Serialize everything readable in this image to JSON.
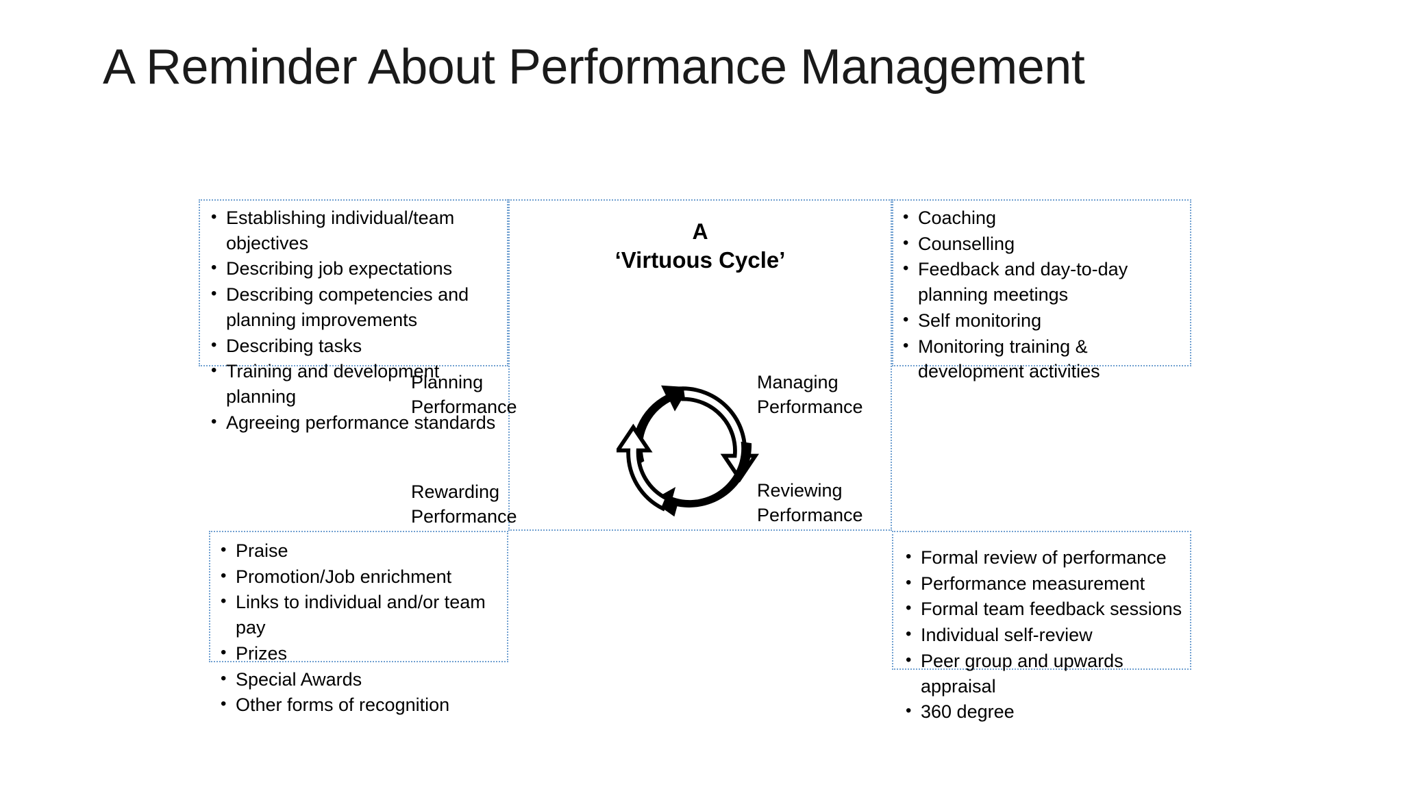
{
  "slide": {
    "title": "A Reminder About Performance Management",
    "border_color": "#6f9fd0",
    "background": "#ffffff",
    "text_color": "#000000"
  },
  "center": {
    "heading_line1": "A",
    "heading_line2": "‘Virtuous Cycle’"
  },
  "cycle": {
    "type": "clockwise-four-stage",
    "stages": [
      {
        "id": "planning",
        "label_line1": "Planning",
        "label_line2": "Performance",
        "arrow_fill": "filled",
        "position": "top-left"
      },
      {
        "id": "managing",
        "label_line1": "Managing",
        "label_line2": "Performance",
        "arrow_fill": "outline",
        "position": "top-right"
      },
      {
        "id": "reviewing",
        "label_line1": "Reviewing",
        "label_line2": "Performance",
        "arrow_fill": "filled",
        "position": "bottom-right"
      },
      {
        "id": "rewarding",
        "label_line1": "Rewarding",
        "label_line2": "Performance",
        "arrow_fill": "outline",
        "position": "bottom-left"
      }
    ]
  },
  "quadrants": {
    "planning": {
      "items": [
        "Establishing individual/team objectives",
        "Describing job expectations",
        "Describing competencies and planning improvements",
        "Describing tasks",
        "Training and development planning",
        "Agreeing performance standards"
      ]
    },
    "managing": {
      "items": [
        "Coaching",
        "Counselling",
        "Feedback and day-to-day planning meetings",
        "Self monitoring",
        "Monitoring training & development activities"
      ]
    },
    "rewarding": {
      "items": [
        "Praise",
        "Promotion/Job enrichment",
        "Links to individual and/or team pay",
        "Prizes",
        "Special Awards",
        "Other forms of recognition"
      ]
    },
    "reviewing": {
      "items": [
        "Formal review of performance",
        "Performance measurement",
        "Formal team feedback sessions",
        "Individual self-review",
        "Peer group and upwards appraisal",
        "360 degree"
      ]
    }
  }
}
